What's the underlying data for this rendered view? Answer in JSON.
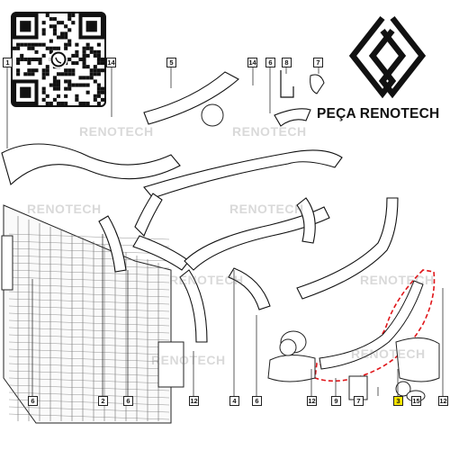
{
  "brand": {
    "name": "PEÇA RENOTECH",
    "watermark": "RENOTECH",
    "logo": "renault-diamond-logo",
    "qr": "whatsapp-qr-code"
  },
  "callouts": [
    "1",
    "14",
    "5",
    "14",
    "6",
    "8",
    "7",
    "6",
    "2",
    "6",
    "12",
    "4",
    "6",
    "12",
    "9",
    "7",
    "3",
    "15",
    "12"
  ],
  "highlighted_callout": "3",
  "colors": {
    "line": "#111111",
    "highlight_box": "#f7e400",
    "highlight_path": "#e0161a",
    "watermark": "#9a9a9a"
  }
}
